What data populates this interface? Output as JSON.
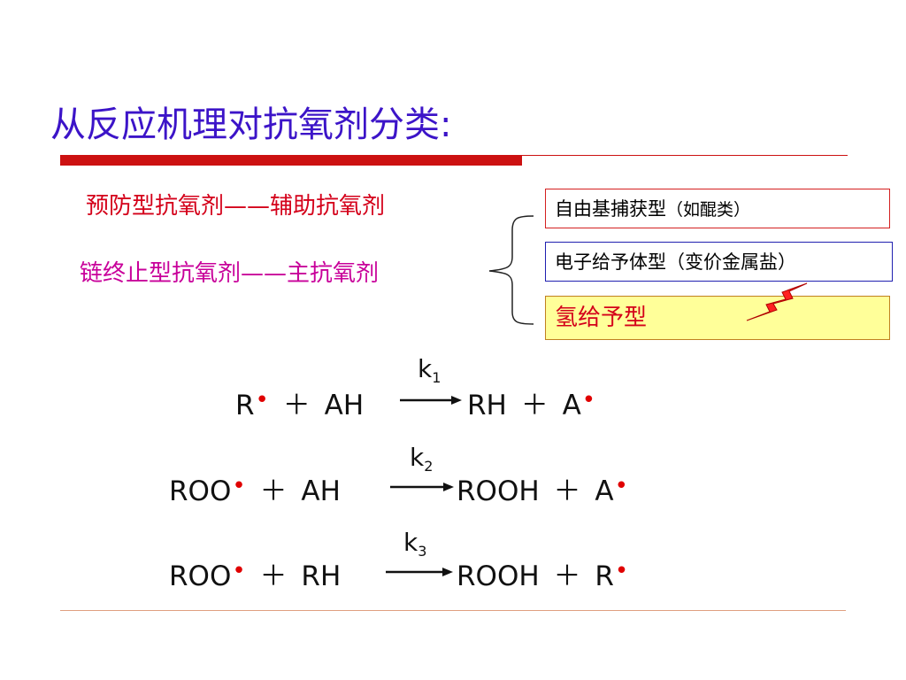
{
  "slide": {
    "title": "从反应机理对抗氧剂分类:",
    "preventive": "预防型抗氧剂——辅助抗氧剂",
    "chain_breaking": "链终止型抗氧剂——主抗氧剂",
    "boxes": {
      "radical_trap": "自由基捕获型",
      "radical_trap_note": "（如醌类）",
      "electron_donor": "电子给予体型（变价金属盐）",
      "hydrogen_donor": "氢给予型"
    },
    "equations": [
      {
        "k": "k",
        "k_sub": "1",
        "left_a": "R",
        "plus1": "＋",
        "left_b": "AH",
        "right_a": "RH",
        "plus2": "＋",
        "right_b": "A"
      },
      {
        "k": "k",
        "k_sub": "2",
        "left_a": "ROO",
        "plus1": "＋",
        "left_b": "AH",
        "right_a": "ROOH",
        "plus2": "＋",
        "right_b": "A"
      },
      {
        "k": "k",
        "k_sub": "3",
        "left_a": "ROO",
        "plus1": "＋",
        "left_b": "RH",
        "right_a": "ROOH",
        "plus2": "＋",
        "right_b": "R"
      }
    ],
    "dot_glyph": "•",
    "colors": {
      "title": "#3c14c8",
      "rule": "#cc1111",
      "red_text": "#d4001a",
      "magenta_text": "#c8009a",
      "highlight_box": "#ffff99",
      "radical_dot": "#e00000"
    }
  }
}
